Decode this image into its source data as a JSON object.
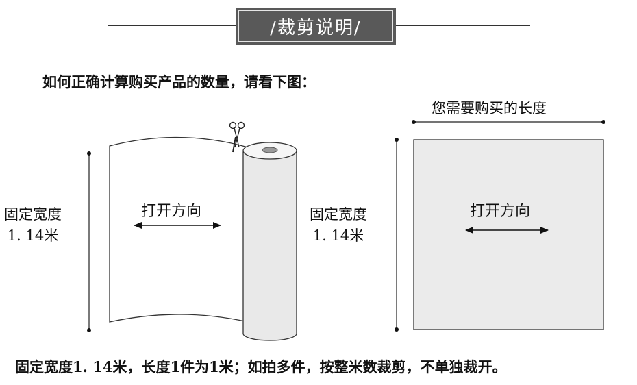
{
  "header": {
    "title": "/裁剪说明/"
  },
  "intro": "如何正确计算购买产品的数量，请看下图：",
  "left_diagram": {
    "width_label_line1": "固定宽度",
    "width_label_line2": "1. 14米",
    "direction_label": "打开方向",
    "icons": [
      "scissors-icon",
      "fabric-roll-icon",
      "double-arrow-icon"
    ]
  },
  "right_diagram": {
    "length_label": "您需要购买的长度",
    "width_label_line1": "固定宽度",
    "width_label_line2": "1. 14米",
    "direction_label": "打开方向"
  },
  "footer": "固定宽度1. 14米，长度1件为1米；如拍多件，按整米数裁剪，不单独裁开。",
  "colors": {
    "title_bg": "#595959",
    "panel_fill": "#ebebeb",
    "line": "#333333"
  }
}
